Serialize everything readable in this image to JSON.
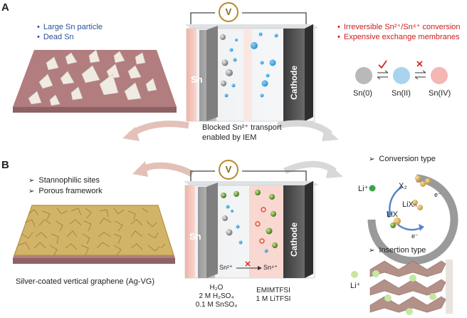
{
  "panel_a": {
    "letter": "A",
    "bullets": [
      "Large Sn particle",
      "Dead Sn"
    ],
    "red_bullets": [
      "Irreversible Sn²⁺/Sn⁴⁺ conversion",
      "Expensive exchange membranes"
    ],
    "anode_label": "Sn",
    "cathode_label": "Cathode",
    "voltmeter_label": "V",
    "caption_line1": "Blocked Sn²⁺ transport",
    "caption_line2": "enabled by IEM",
    "states": [
      "Sn(0)",
      "Sn(II)",
      "Sn(IV)"
    ],
    "colors": {
      "sn0": "#b9b9b9",
      "sn2": "#a9d4f0",
      "sn4": "#f4b7b3"
    }
  },
  "panel_b": {
    "letter": "B",
    "bullets": [
      "Stannophilic sites",
      "Porous framework"
    ],
    "substrate_caption": "Silver-coated vertical graphene (Ag-VG)",
    "anode_label": "Sn",
    "cathode_label": "Cathode",
    "voltmeter_label": "V",
    "reaction_left": "Sn²⁺",
    "reaction_right": "Sn⁴⁺",
    "anolyte": [
      "H₂O",
      "2 M H₂SO₄",
      "0.1 M SnSO₄"
    ],
    "catholyte": [
      "EMIMTFSI",
      "1 M LiTFSI"
    ],
    "conversion_title": "Conversion type",
    "insertion_title": "Insertion type",
    "li_label": "Li⁺",
    "li_label2": "Li⁺",
    "x2_label": "X₂",
    "lixn_label": "LiXₙ",
    "lix_label": "LiX",
    "e_label1": "e⁻",
    "e_label2": "e⁻"
  }
}
